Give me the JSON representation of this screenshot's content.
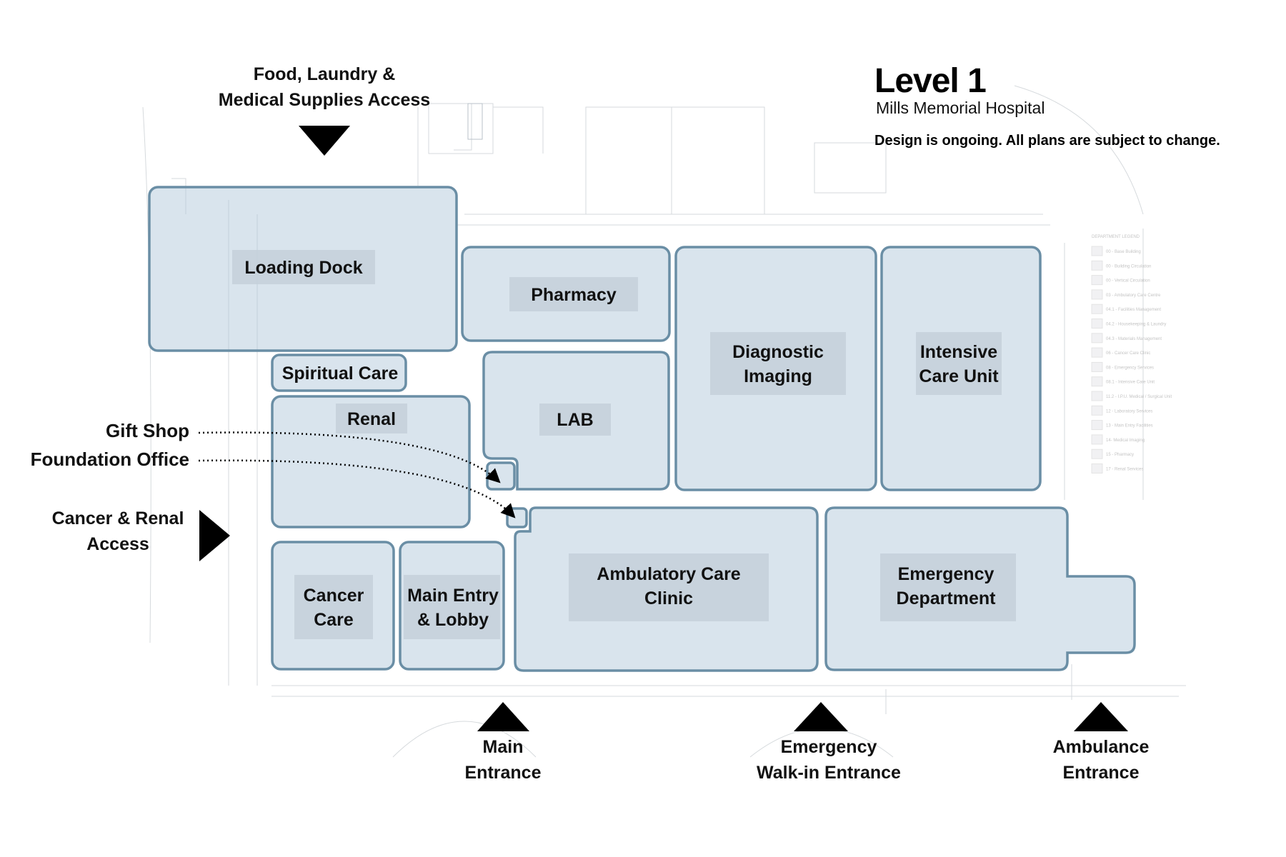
{
  "header": {
    "title": "Level 1",
    "subtitle": "Mills Memorial Hospital",
    "note": "Design is ongoing. All plans are subject to change."
  },
  "colors": {
    "room_fill": "#b8cad8",
    "room_border": "#6a8ea5",
    "label_box": "#c4d0d9",
    "marker": "#000000"
  },
  "rooms": {
    "loading_dock": "Loading Dock",
    "pharmacy": "Pharmacy",
    "diagnostic_imaging": [
      "Diagnostic",
      "Imaging"
    ],
    "icu": [
      "Intensive",
      "Care Unit"
    ],
    "spiritual_care": "Spiritual Care",
    "renal": "Renal",
    "lab": "LAB",
    "ambulatory": [
      "Ambulatory Care",
      "Clinic"
    ],
    "emergency": [
      "Emergency",
      "Department"
    ],
    "cancer_care": [
      "Cancer",
      "Care"
    ],
    "main_entry": [
      "Main Entry",
      "& Lobby"
    ]
  },
  "callouts": {
    "gift_shop": "Gift Shop",
    "foundation_office": "Foundation Office"
  },
  "entrances": {
    "supplies": [
      "Food, Laundry &",
      "Medical Supplies Access"
    ],
    "cancer_renal": [
      "Cancer & Renal",
      "Access"
    ],
    "main": [
      "Main",
      "Entrance"
    ],
    "emergency_walkin": [
      "Emergency",
      "Walk-in Entrance"
    ],
    "ambulance": [
      "Ambulance",
      "Entrance"
    ]
  },
  "legend": {
    "title": "DEPARTMENT LEGEND",
    "items": [
      "00 - Base Building",
      "00 - Building Circulation",
      "00 - Vertical Circulation",
      "03 - Ambulatory Care Centre",
      "04.1 - Facilities Management",
      "04.2 - Housekeeping & Laundry",
      "04.3 - Materials Management",
      "06 - Cancer Care Clinic",
      "08 - Emergency Services",
      "08.1 - Intensive Care Unit",
      "11.2 - I.P.U. Medical / Surgical Unit",
      "12 - Laboratory Services",
      "13 - Main Entry Facilities",
      "14- Medical Imaging",
      "15 - Pharmacy",
      "17 - Renal Services"
    ]
  }
}
